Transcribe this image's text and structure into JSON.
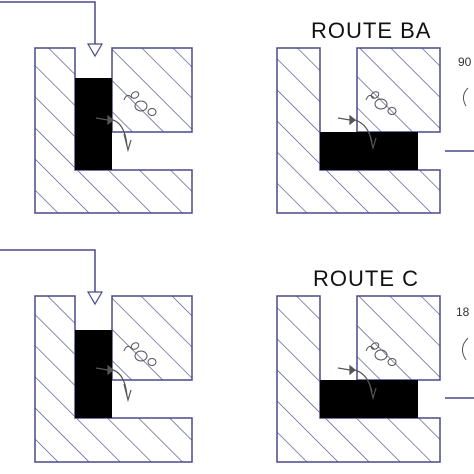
{
  "labels": {
    "route_top": "ROUTE BA",
    "route_bottom": "ROUTE C",
    "angle_top": "90",
    "angle_bottom": "18"
  },
  "colors": {
    "outline": "#4a4a8a",
    "hatch": "#4a4a8a",
    "fill_dark": "#000000",
    "background": "#ffffff"
  },
  "icons": {
    "tool": "needle-probe-icon",
    "bubbles": "bubble-cluster-icon",
    "feed_arrow": "arrow-down-icon",
    "rotation": "rotation-arc-icon"
  }
}
